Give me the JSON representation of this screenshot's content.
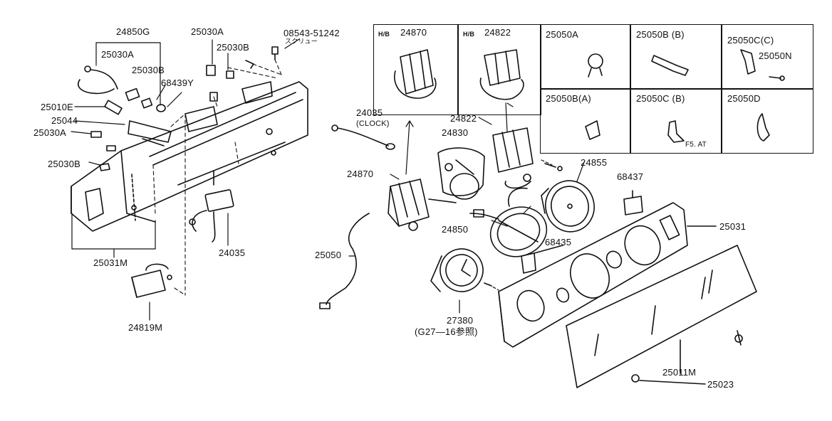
{
  "parts": {
    "p24850G": "24850G",
    "p25030A_top": "25030A",
    "p25030B_top": "25030B",
    "p08543": "08543-51242",
    "p08543_note": "スクリュー",
    "p25030A_left": "25030A",
    "p25030B_left": "25030B",
    "p68439Y": "68439Y",
    "p25010E": "25010E",
    "p25044": "25044",
    "p25030A_l2": "25030A",
    "p25030B_l2": "25030B",
    "p25031M": "25031M",
    "p24035_bottom": "24035",
    "p24819M": "24819M",
    "p24035_clock": "24035",
    "p_clock_note": "(CLOCK)",
    "p24870": "24870",
    "p24822": "24822",
    "p24830": "24830",
    "p24855": "24855",
    "p68437": "68437",
    "p25031": "25031",
    "p24850": "24850",
    "p68435": "68435",
    "p25050": "25050",
    "p27380": "27380",
    "p27380_note": "(G27—16参照)",
    "p25011M": "25011M",
    "p25023": "25023"
  },
  "inset_left": {
    "hb1": "H/B",
    "label1": "24870",
    "hb2": "H/B",
    "label2": "24822"
  },
  "inset_right": {
    "c1": "25050A",
    "c2": "25050B (B)",
    "c3": "25050C(C)",
    "c3b": "25050N",
    "c4": "25050B(A)",
    "c5": "25050C (B)",
    "c6": "25050D",
    "note": "F5. AT"
  }
}
